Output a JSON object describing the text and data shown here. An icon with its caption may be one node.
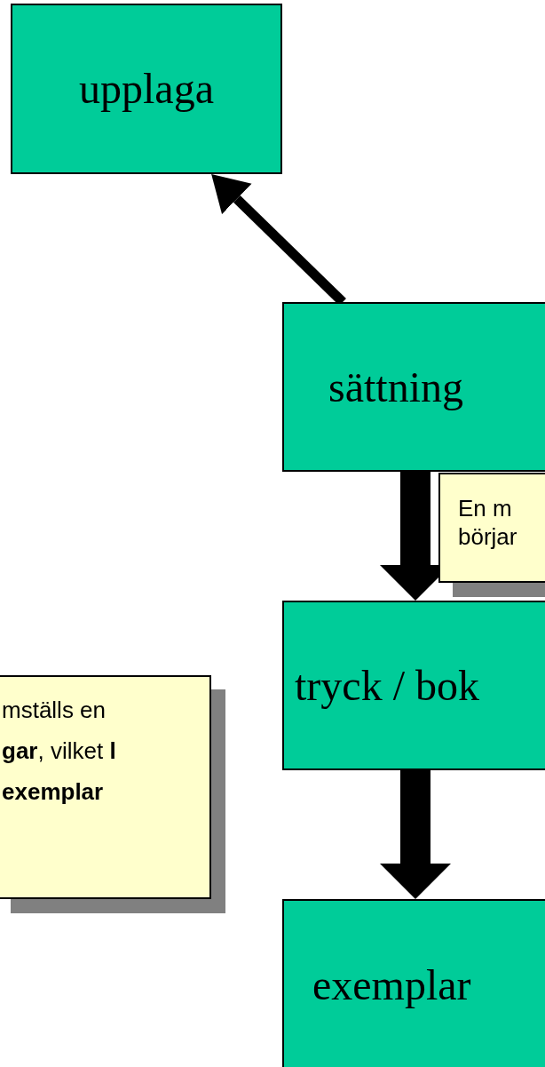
{
  "diagram": {
    "nodes": [
      {
        "text": [
          "upplaga"
        ]
      },
      {
        "text": [
          "sättning"
        ]
      },
      {
        "text": [
          "En m börjar"
        ]
      },
      {
        "text": [
          "mställs en **gar**, vilket **l exemplar**"
        ]
      },
      {
        "text": [
          "tryck / bok"
        ]
      },
      {
        "text": [
          "exemplar"
        ]
      }
    ],
    "edges": [
      {
        "from": 1,
        "to": 0,
        "arrow": "to"
      },
      {
        "from": 1,
        "to": 4,
        "arrow": "to"
      },
      {
        "from": 4,
        "to": 5,
        "arrow": "to"
      }
    ]
  }
}
